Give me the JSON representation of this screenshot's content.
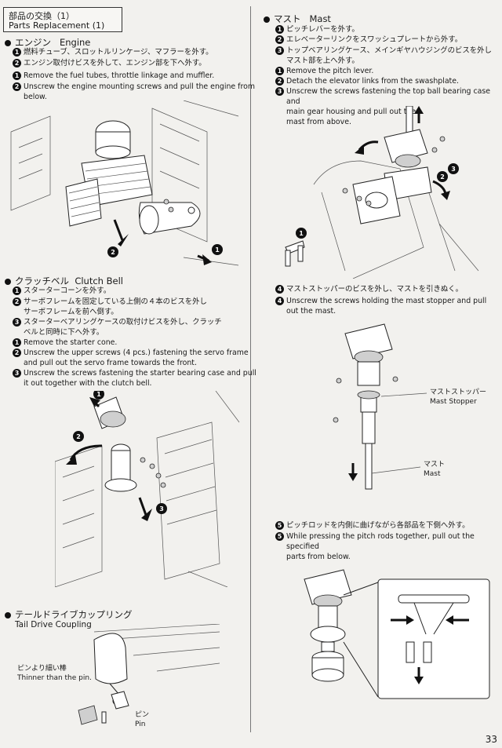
{
  "header": {
    "title_jp": "部品の交換（1）",
    "title_en": "Parts Replacement (1)"
  },
  "sections": {
    "engine": {
      "heading_jp": "エンジン",
      "heading_en": "Engine",
      "steps_jp": [
        "燃料チューブ、スロットルリンケージ、マフラーを外す。",
        "エンジン取付けビスを外して、エンジン部を下へ外す。"
      ],
      "steps_en": [
        "Remove the fuel tubes, throttle linkage and muffler.",
        "Unscrew the engine mounting screws and pull the engine from",
        "below."
      ]
    },
    "clutch": {
      "heading_jp": "クラッチベル",
      "heading_en": "Clutch Bell",
      "steps_jp": [
        "スターターコーンを外す。",
        "サーボフレームを固定している上側の４本のビスを外し",
        "サーボフレームを前へ倒す。",
        "スターターベアリングケースの取付けビスを外し、クラッチ",
        "ベルと同時に下へ外す。"
      ],
      "steps_en": [
        "Remove the starter cone.",
        "Unscrew the upper screws (4 pcs.) fastening the servo frame",
        "and pull out the servo frame towards the front.",
        "Unscrew the screws fastening the starter bearing case and pull",
        "it out together with the clutch bell."
      ]
    },
    "tail": {
      "heading_jp": "テールドライブカップリング",
      "heading_en": "Tail Drive Coupling",
      "label_thinner_jp": "ピンより細い棒",
      "label_thinner_en": "Thinner than the pin.",
      "label_pin_jp": "ピン",
      "label_pin_en": "Pin"
    },
    "mast": {
      "heading_jp": "マスト",
      "heading_en": "Mast",
      "steps_jp": [
        "ピッチレバーを外す。",
        "エレベーターリンクをスワッシュプレートから外す。",
        "トップベアリングケース、メインギヤハウジングのビスを外し",
        "マスト部を上へ外す。"
      ],
      "steps_en": [
        "Remove the pitch lever.",
        "Detach the elevator links from the swashplate.",
        "Unscrew the screws fastening the top ball bearing case and",
        "main gear housing and pull out the",
        "mast from above."
      ],
      "step4_jp": "マストストッパーのビスを外し、マストを引きぬく。",
      "step4_en": [
        "Unscrew the screws holding the mast stopper and pull",
        "out the mast."
      ],
      "label_stopper_jp": "マストストッパー",
      "label_stopper_en": "Mast Stopper",
      "label_mast_jp": "マスト",
      "label_mast_en": "Mast",
      "step5_jp": "ピッチロッドを内側に曲げながら各部品を下側へ外す。",
      "step5_en": [
        "While pressing the pitch rods together, pull out the specified",
        "parts from below."
      ]
    }
  },
  "numbers": [
    "1",
    "2",
    "3",
    "4",
    "5"
  ],
  "page_number": "33"
}
